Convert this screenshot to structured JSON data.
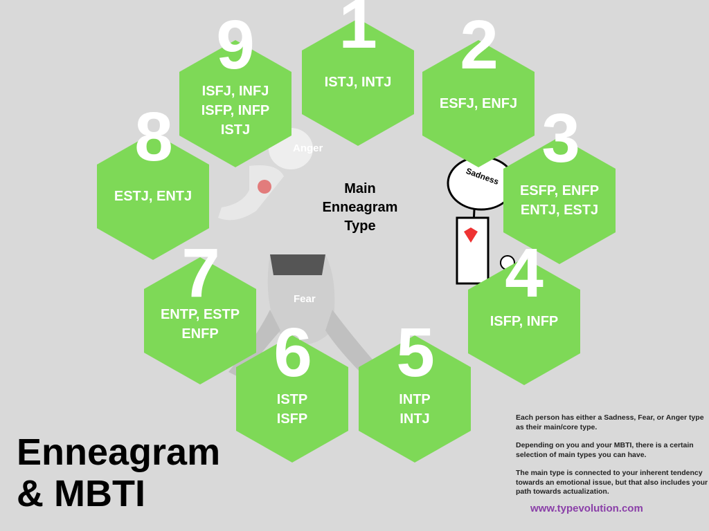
{
  "center_label": "Main\nEnneagram\nType",
  "title_line1": "Enneagram",
  "title_line2": "& MBTI",
  "types": [
    {
      "number": "1",
      "mbti": "ISTJ, INTJ"
    },
    {
      "number": "2",
      "mbti": "ESFJ, ENFJ"
    },
    {
      "number": "3",
      "mbti": "ESFP, ENFP\nENTJ, ESTJ"
    },
    {
      "number": "4",
      "mbti": "ISFP, INFP"
    },
    {
      "number": "5",
      "mbti": "INTP\nINTJ"
    },
    {
      "number": "6",
      "mbti": "ISTP\nISFP"
    },
    {
      "number": "7",
      "mbti": "ENTP, ESTP\nENFP"
    },
    {
      "number": "8",
      "mbti": "ESTJ, ENTJ"
    },
    {
      "number": "9",
      "mbti": "ISFJ, INFJ\nISFP, INFP\nISTJ"
    }
  ],
  "emotions": {
    "anger": "Anger",
    "sadness": "Sadness",
    "fear": "Fear"
  },
  "description": [
    "Each  person has either a Sadness, Fear, or Anger type as their main/core type.",
    "Depending on you and your MBTI, there is a certain selection of main  types you can have.",
    "The main type  is connected to your inherent tendency towards an emotional issue, but that also includes your path towards actualization."
  ],
  "url": "www.typevolution.com",
  "colors": {
    "background": "#d9d9d9",
    "hex": "#7ed957",
    "url": "#8a3fa8"
  }
}
